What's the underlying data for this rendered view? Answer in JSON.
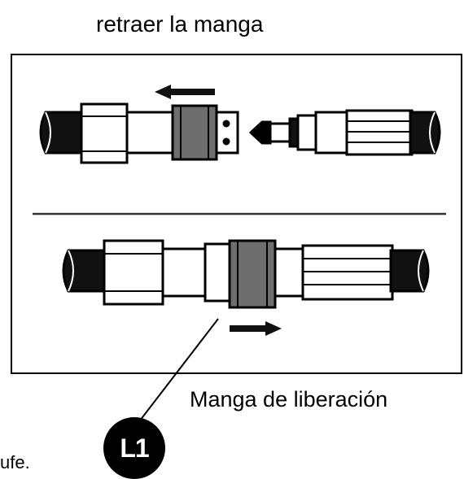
{
  "captions": {
    "top": "retraer la manga",
    "sleeve": "Manga de liberación",
    "cut": "ufe."
  },
  "badge": {
    "label": "L1"
  },
  "colors": {
    "ink": "#000000",
    "sleeve_gray": "#6e6e6e",
    "paper": "#ffffff"
  },
  "icons": [
    "arrow-left-icon",
    "arrow-right-icon",
    "leader-line"
  ]
}
